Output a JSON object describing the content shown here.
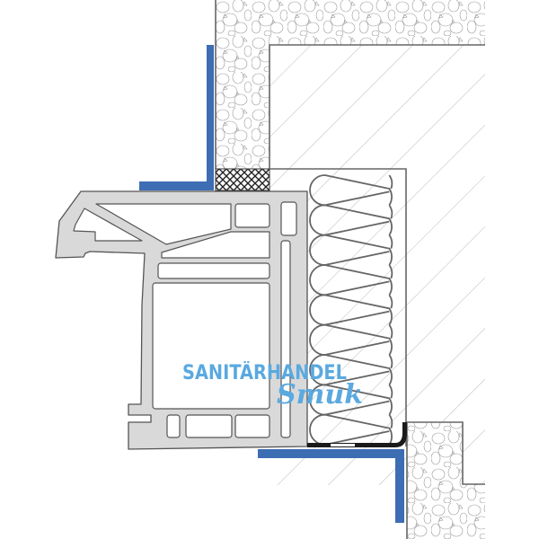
{
  "watermark": {
    "line1": "SANITÄRHANDEL",
    "line2": "Smuk"
  },
  "colors": {
    "tape_blue": "#3d6db3",
    "profile_fill": "#d9d9d9",
    "outline": "#5a5a5a",
    "watermark": "#5aa9e0",
    "seal": "#1a1a1a"
  },
  "materials": [
    "masonry",
    "concrete-hatch",
    "insulation-coil",
    "compression-tape",
    "window-profile",
    "sealing-tape"
  ]
}
